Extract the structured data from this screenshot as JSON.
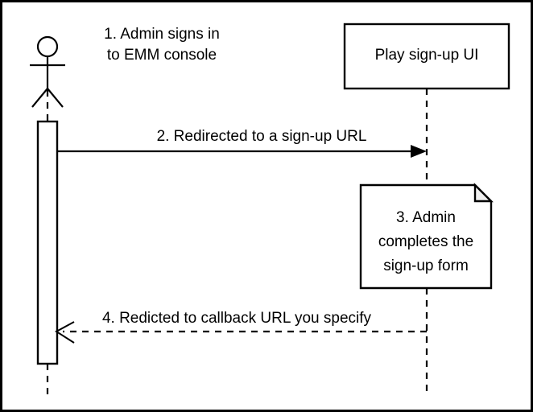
{
  "diagram": {
    "type": "uml-sequence-diagram",
    "title_text": "",
    "background_color": "#ffffff",
    "line_color": "#000000",
    "note_fold_color": "#f0f0f0",
    "actor": {
      "name": "admin-actor",
      "label": "",
      "caption_line_1": "1. Admin signs in",
      "caption_line_2": "to EMM console"
    },
    "participants": [
      {
        "id": "play-signup-ui",
        "label": "Play sign-up UI"
      }
    ],
    "messages": [
      {
        "id": "message-2",
        "label": "2. Redirected to a sign-up URL",
        "style": "solid",
        "arrowhead": "filled",
        "direction": "right"
      },
      {
        "id": "message-4",
        "label": "4. Redicted to callback URL you specify",
        "style": "dashed",
        "arrowhead": "open",
        "direction": "left"
      }
    ],
    "notes": [
      {
        "id": "note-3",
        "line_1": "3. Admin",
        "line_2": "completes the",
        "line_3": "sign-up form"
      }
    ]
  }
}
